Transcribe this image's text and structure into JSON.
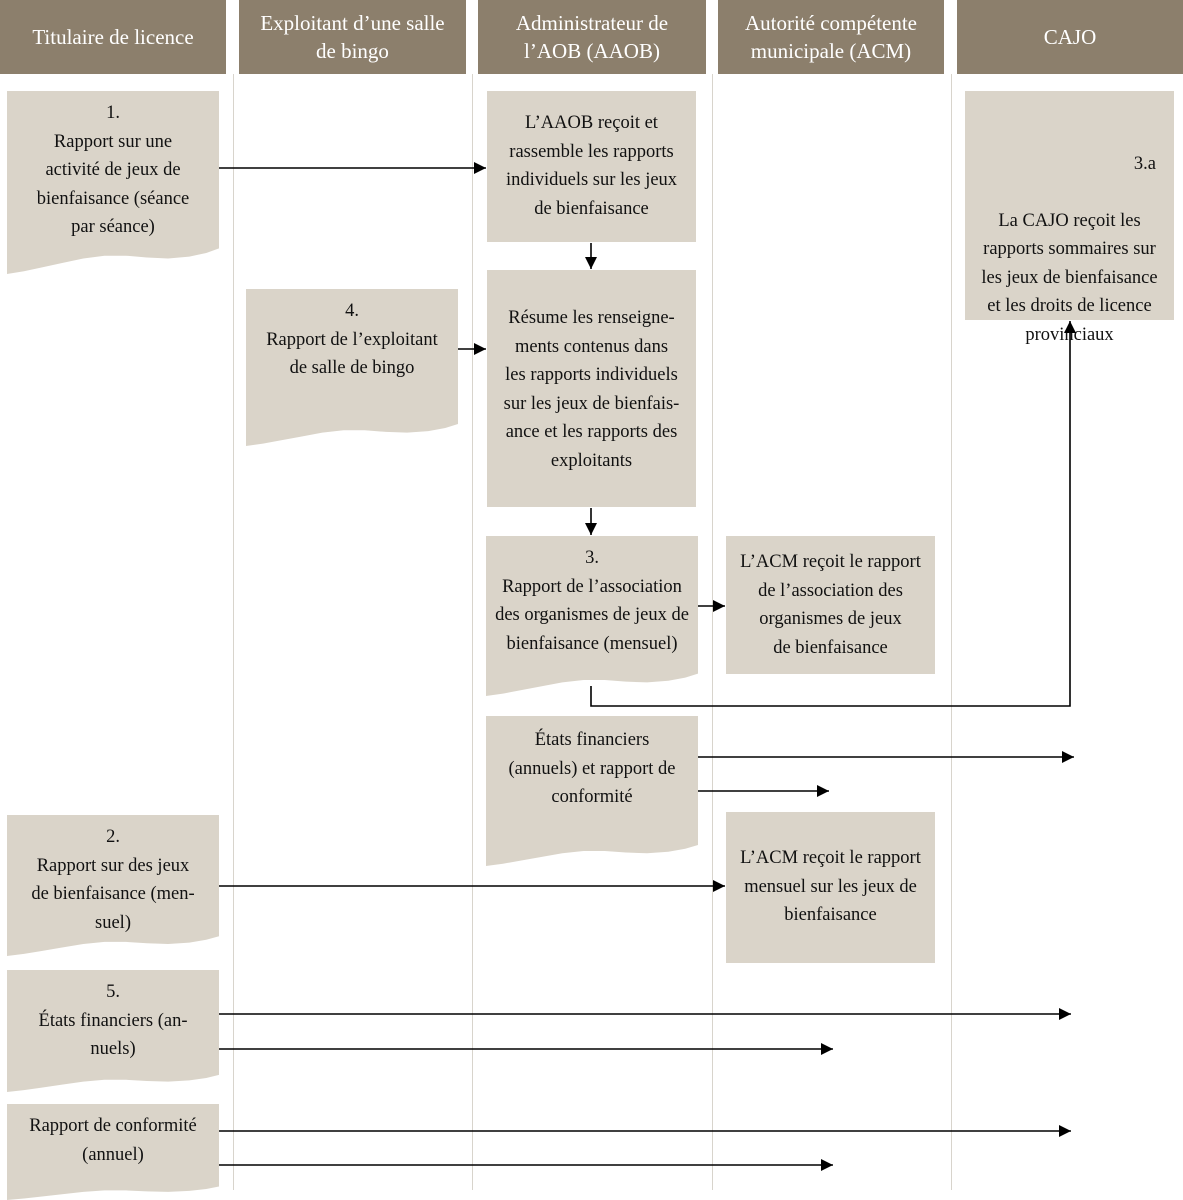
{
  "lanes": [
    {
      "id": "titulaire",
      "label": "Titulaire de licence"
    },
    {
      "id": "exploitant",
      "label": "Exploitant  d’une salle\nde bingo"
    },
    {
      "id": "aaob",
      "label": "Administrateur de\nl’AOB (AAOB)"
    },
    {
      "id": "acm",
      "label": "Autorité compétente\nmunicipale (ACM)"
    },
    {
      "id": "cajo",
      "label": "CAJO"
    }
  ],
  "nodes": {
    "n1": "1.\nRapport sur une\nactivité de jeux de\nbienfaisance (séance\npar séance)",
    "aaob_recoit": "L’AAOB reçoit et\nrassemble les rapports\nindividuels sur les jeux\nde bienfaisance",
    "n3a_num": "3.a",
    "n3a_text": "La CAJO reçoit les\nrapports sommaires sur\nles jeux de bienfaisance\net les droits de licence\nprovinciaux",
    "n4": "4.\nRapport de l’exploitant\nde salle de bingo",
    "resume": "Résume les renseigne-\nments contenus dans\nles rapports individuels\nsur les jeux de bienfais-\nance et les rapports des\nexploitants",
    "n3": "3.\nRapport de l’association\ndes organismes de jeux de\nbienfaisance (mensuel)",
    "acm_recoit_assoc": "L’ACM reçoit le rapport\nde l’association des\norganismes de jeux\nde bienfaisance",
    "etats_aaob": "États financiers\n(annuels) et rapport de\nconformité",
    "n2": "2.\nRapport sur des jeux\nde bienfaisance (men-\nsuel)",
    "acm_recoit_mensuel": "L’ACM reçoit le rapport\nmensuel sur les jeux de\nbienfaisance",
    "n5": "5.\nÉtats financiers (an-\nnuels)",
    "conformite": "Rapport de conformité\n(annuel)"
  },
  "edges": [
    {
      "from": "n1",
      "to": "aaob_recoit"
    },
    {
      "from": "aaob_recoit",
      "to": "resume"
    },
    {
      "from": "n4",
      "to": "resume"
    },
    {
      "from": "resume",
      "to": "n3"
    },
    {
      "from": "n3",
      "to": "acm_recoit_assoc"
    },
    {
      "from": "n3",
      "to": "n3a"
    },
    {
      "from": "etats_aaob",
      "to": "cajo"
    },
    {
      "from": "etats_aaob",
      "to": "acm"
    },
    {
      "from": "n2",
      "to": "acm_recoit_mensuel"
    },
    {
      "from": "n5",
      "to": "cajo"
    },
    {
      "from": "n5",
      "to": "acm"
    },
    {
      "from": "conformite",
      "to": "cajo"
    },
    {
      "from": "conformite",
      "to": "acm"
    }
  ],
  "colors": {
    "header_bg": "#8c7f6c",
    "header_text": "#ffffff",
    "node_bg": "#dad4c9",
    "divider": "#d8d4cc",
    "arrow": "#000000"
  }
}
